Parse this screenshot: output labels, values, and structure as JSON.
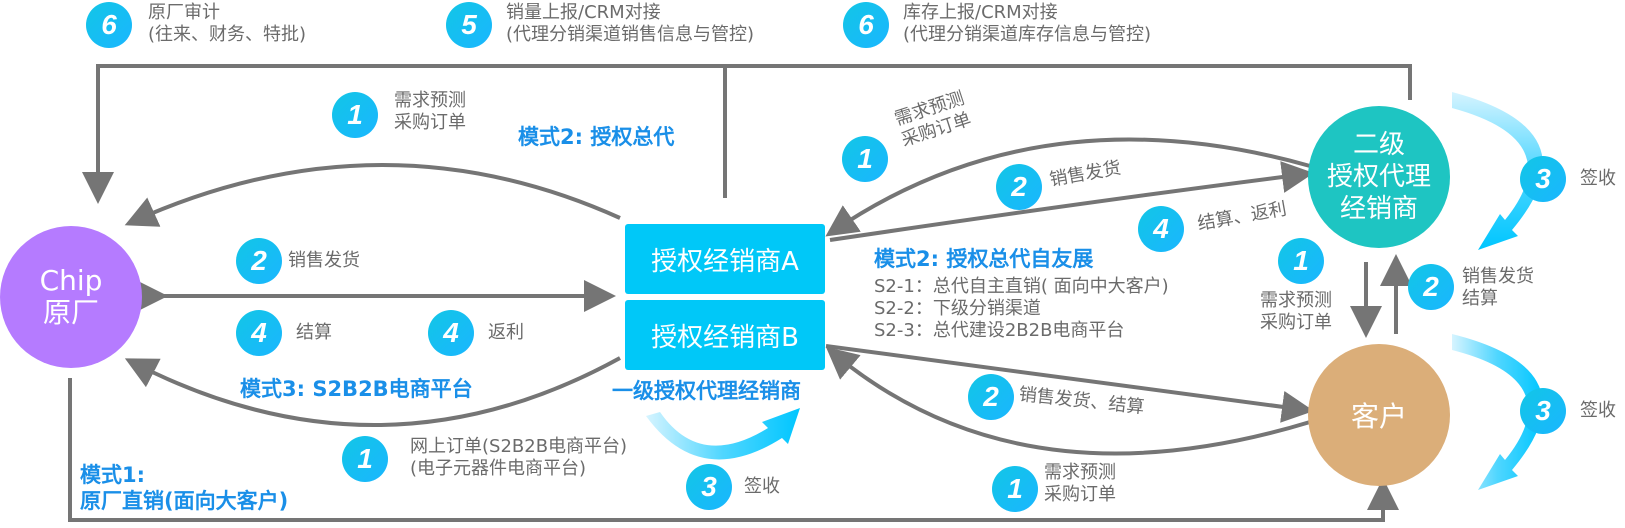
{
  "colors": {
    "chip": "#b57bff",
    "tier2": "#1ec5c2",
    "customer": "#dbae79",
    "distributor": "#00c8f8",
    "mode_text": "#1a8fe8",
    "line": "#757575",
    "badge": "#12c0ee"
  },
  "nodes": {
    "chip": {
      "line1": "Chip",
      "line2": "原厂"
    },
    "distributor_a": "授权经销商A",
    "distributor_b": "授权经销商B",
    "tier1_caption": "一级授权代理经销商",
    "tier2": {
      "line1": "二级",
      "line2": "授权代理",
      "line3": "经销商"
    },
    "customer": "客户"
  },
  "top": {
    "audit": {
      "num": "6",
      "line1": "原厂审计",
      "line2": "(往来、财务、特批)"
    },
    "sales_report": {
      "num": "5",
      "line1": "销量上报/CRM对接",
      "line2": "(代理分销渠道销售信息与管控)"
    },
    "inventory_report": {
      "num": "6",
      "line1": "库存上报/CRM对接",
      "line2": "(代理分销渠道库存信息与管控)"
    }
  },
  "modes": {
    "mode2": "模式2: 授权总代",
    "mode2_self": "模式2: 授权总代自友展",
    "mode2_items": [
      "S2-1：总代自主直销( 面向中大客户)",
      "S2-2：下级分销渠道",
      "S2-3：总代建设2B2B电商平台"
    ],
    "mode3": "模式3: S2B2B电商平台",
    "mode1_line1": "模式1:",
    "mode1_line2": "原厂直销(面向大客户)"
  },
  "steps": {
    "chip_forecast": {
      "num": "1",
      "line1": "需求预测",
      "line2": "采购订单"
    },
    "chip_ship": {
      "num": "2",
      "text": "销售发货"
    },
    "chip_settle": {
      "num": "4",
      "text": "结算"
    },
    "chip_rebate": {
      "num": "4",
      "text": "返利"
    },
    "online_order": {
      "num": "1",
      "line1": "网上订单(S2B2B电商平台)",
      "line2": "(电子元器件电商平台)"
    },
    "tier1_sign": {
      "num": "3",
      "text": "签收"
    },
    "t2_forecast": {
      "num": "1",
      "line1": "需求预测",
      "line2": "采购订单"
    },
    "t2_ship": {
      "num": "2",
      "text": "销售发货"
    },
    "t2_settle": {
      "num": "4",
      "text": "结算、返利"
    },
    "t2_sign": {
      "num": "3",
      "text": "签收"
    },
    "t2c_forecast": {
      "num": "1",
      "line1": "需求预测",
      "line2": "采购订单"
    },
    "t2c_ship": {
      "num": "2",
      "line1": "销售发货",
      "line2": "结算"
    },
    "cust_ship": {
      "num": "2",
      "text": "销售发货、结算"
    },
    "cust_forecast": {
      "num": "1",
      "line1": "需求预测",
      "line2": "采购订单"
    },
    "cust_sign": {
      "num": "3",
      "text": "签收"
    }
  }
}
